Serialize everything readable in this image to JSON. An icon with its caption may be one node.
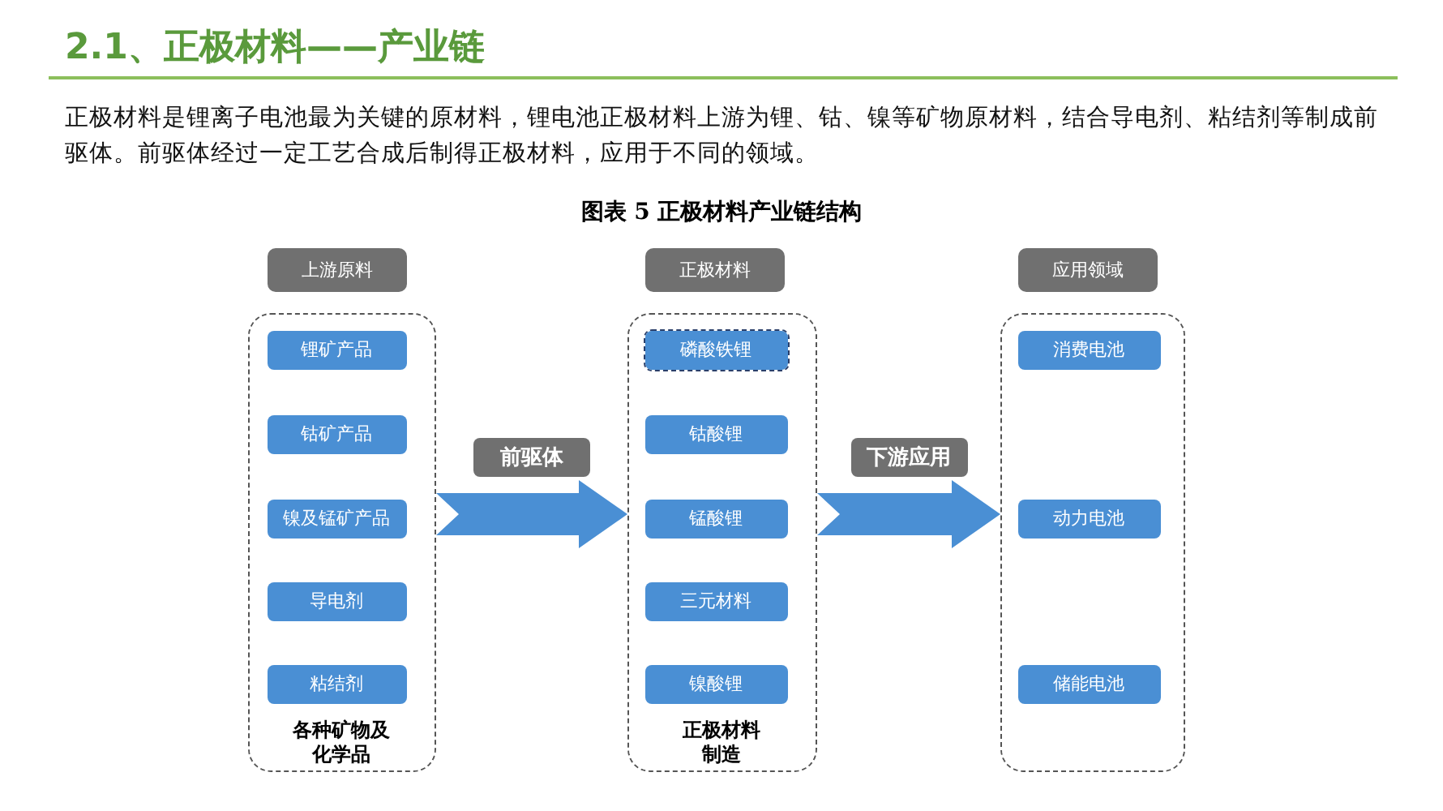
{
  "diagram": {
    "title": "2.1、正极材料——产业链",
    "nodes": [
      {
        "text": [
          "上游原料"
        ]
      },
      {
        "text": [
          "各种矿物及化学品"
        ]
      },
      {
        "text": [
          "锂矿产品"
        ],
        "in": 1
      },
      {
        "text": [
          "钴矿产品"
        ],
        "in": 1
      },
      {
        "text": [
          "镍及锰矿产品"
        ],
        "in": 1
      },
      {
        "text": [
          "导电剂"
        ],
        "in": 1
      },
      {
        "text": [
          "粘结剂"
        ],
        "in": 1
      },
      {
        "text": [
          "正极材料"
        ]
      },
      {
        "text": [
          "正极材料制造"
        ]
      },
      {
        "text": [
          "磷酸铁锂"
        ],
        "in": 8
      },
      {
        "text": [
          "钴酸锂"
        ],
        "in": 8
      },
      {
        "text": [
          "锰酸锂"
        ],
        "in": 8
      },
      {
        "text": [
          "三元材料"
        ],
        "in": 8
      },
      {
        "text": [
          "镍酸锂"
        ],
        "in": 8
      },
      {
        "text": [
          "应用领域"
        ]
      },
      {
        "text": [],
        "shape": "box"
      },
      {
        "text": [
          "消费电池"
        ],
        "in": 15
      },
      {
        "text": [
          "动力电池"
        ],
        "in": 15
      },
      {
        "text": [
          "储能电池"
        ],
        "in": 15
      }
    ],
    "edges": [
      {
        "from": 1,
        "to": 8,
        "arrow": "to",
        "label": "前驱体",
        "style": "thick"
      },
      {
        "from": 8,
        "to": 15,
        "arrow": "to",
        "label": "下游应用",
        "style": "thick"
      }
    ],
    "labels": [
      "正极材料是锂离子电池最为关键的原材料，锂电池正极材料上游为锂、钴、镍等矿物原材料，结合导电剂、粘结剂等制成前驱体。前驱体经过一定工艺合成后制得正极材料，应用于不同的领域。",
      "图表 5 正极材料产业链结构"
    ]
  }
}
